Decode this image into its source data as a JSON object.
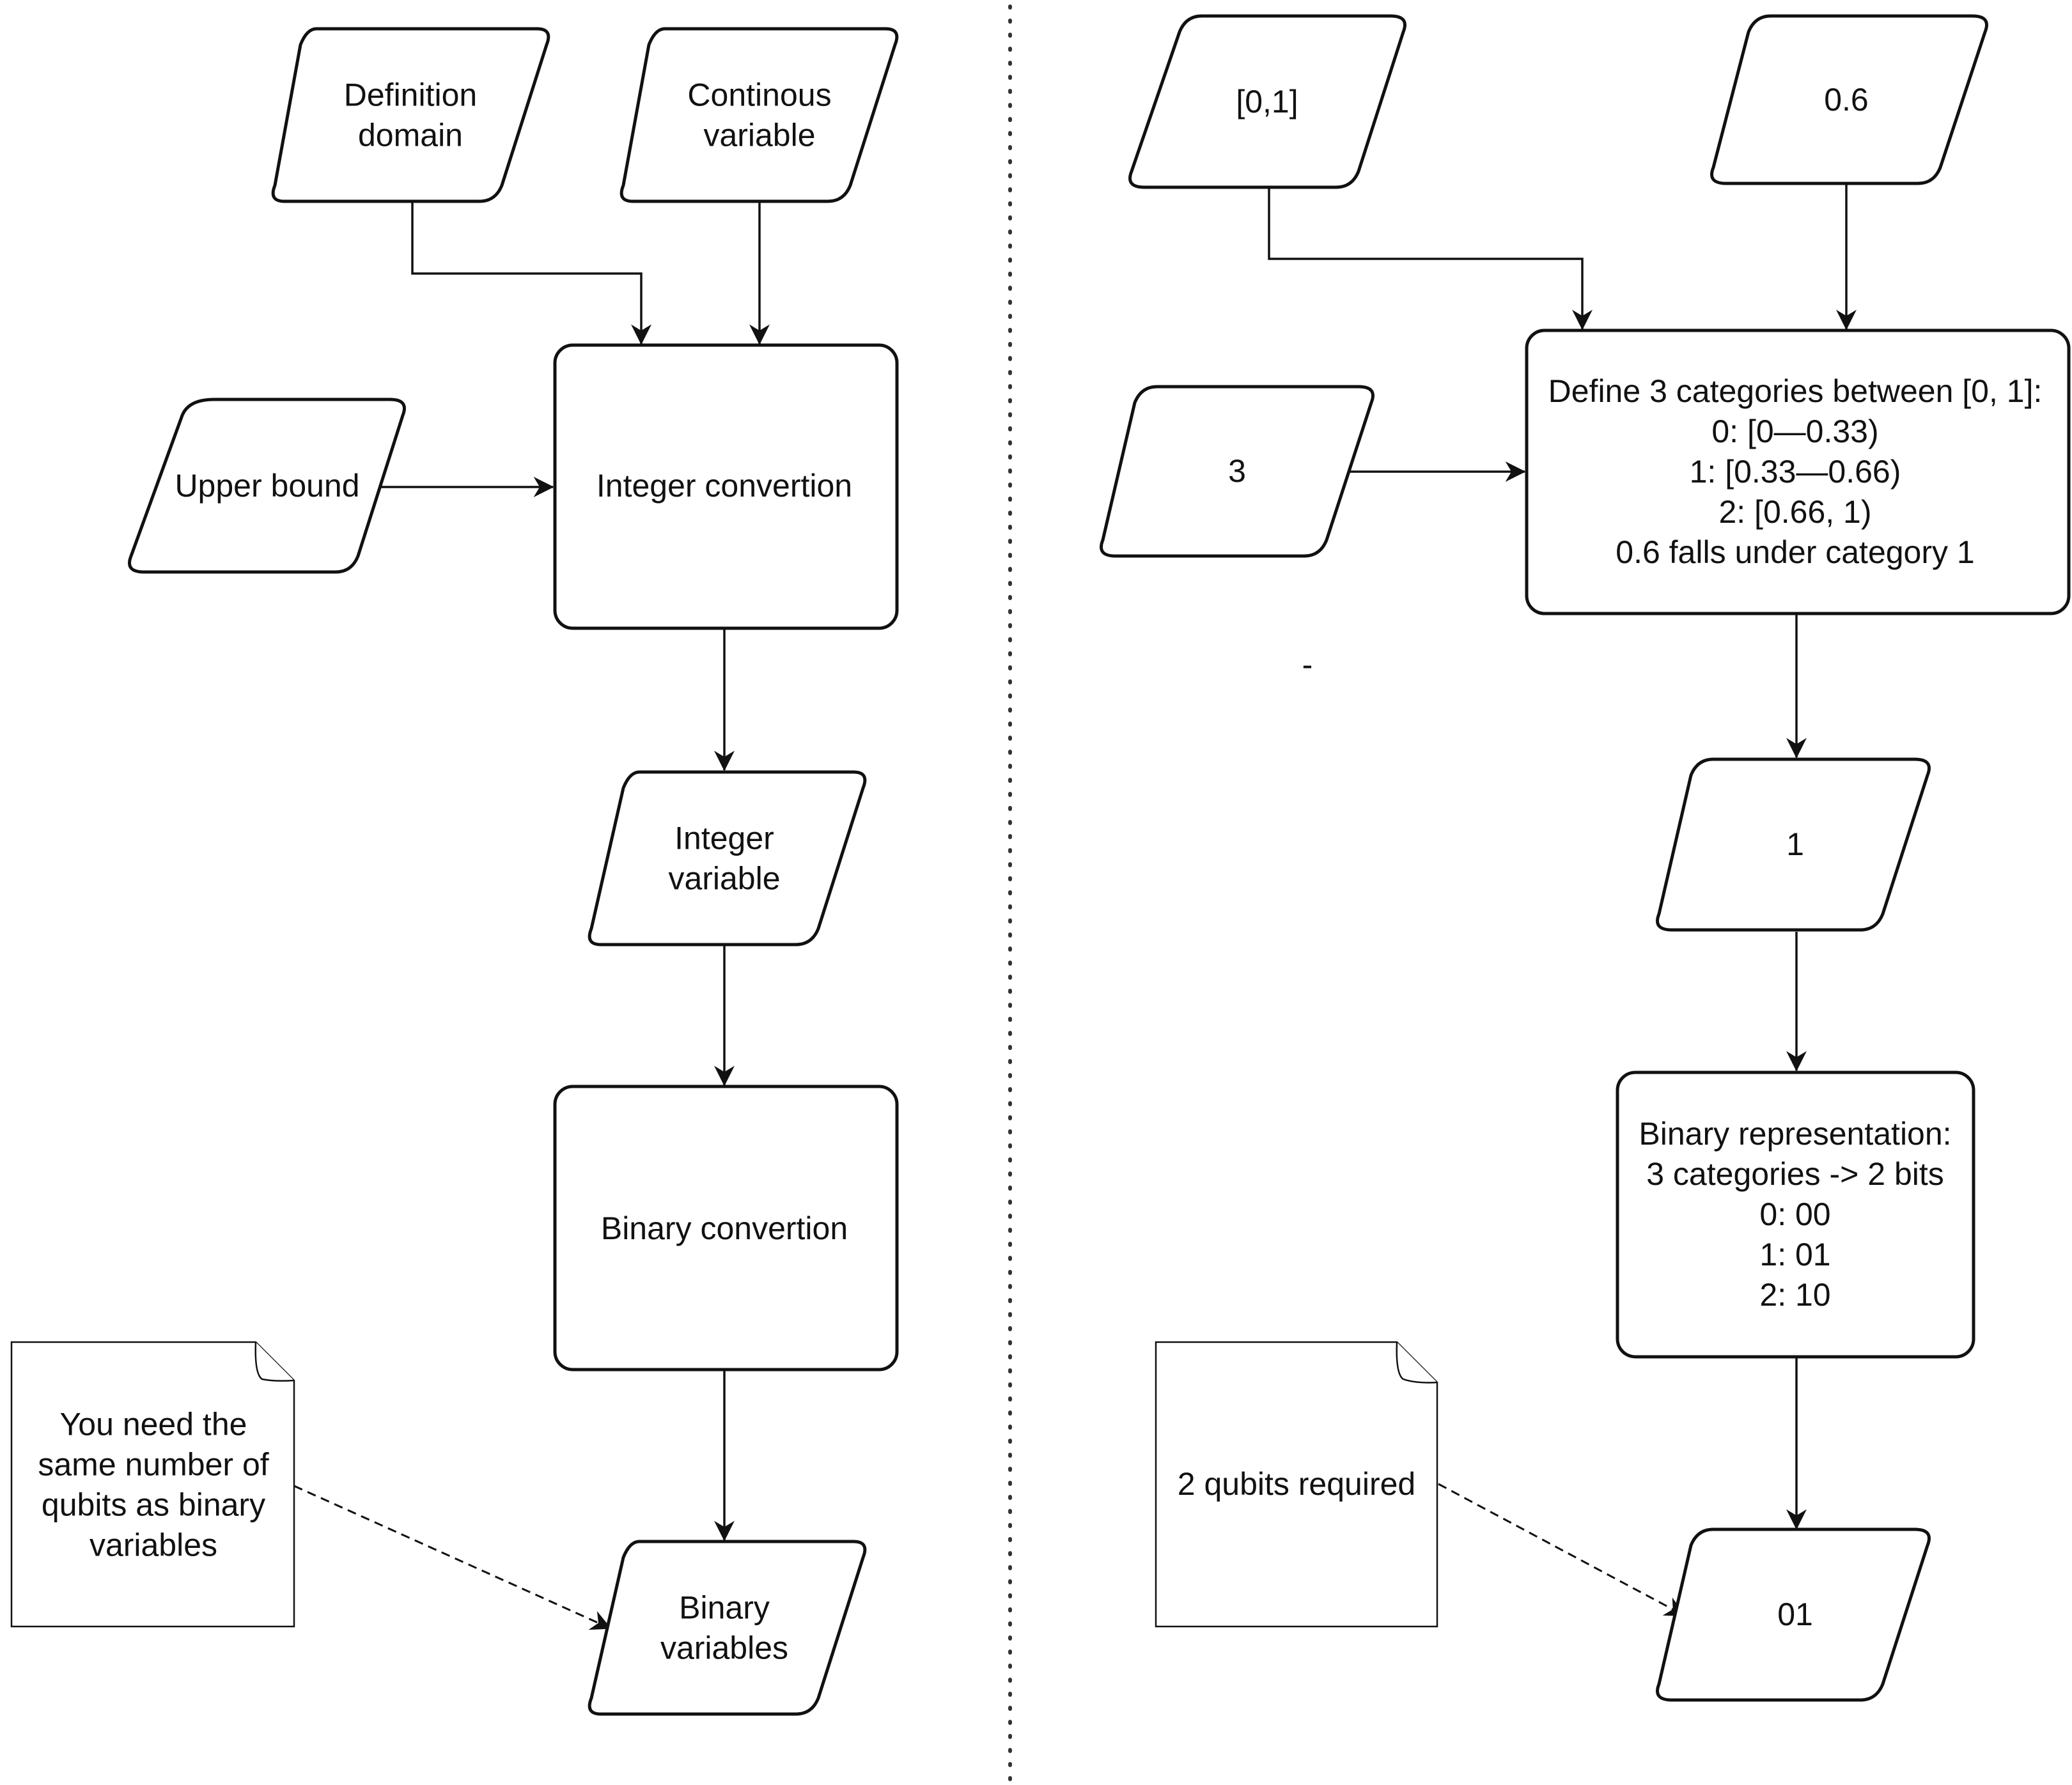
{
  "left": {
    "definition_domain": [
      "Definition",
      "domain"
    ],
    "continuous_variable": [
      "Continous",
      "variable"
    ],
    "upper_bound": [
      "Upper bound"
    ],
    "integer_conversion": [
      "Integer convertion"
    ],
    "integer_variable": [
      "Integer",
      "variable"
    ],
    "binary_conversion": [
      "Binary convertion"
    ],
    "binary_variables": [
      "Binary",
      "variables"
    ],
    "note": [
      "You need the",
      "same number of",
      "qubits as binary",
      "variables"
    ]
  },
  "right": {
    "domain_value": [
      "[0,1]"
    ],
    "input_value": [
      "0.6"
    ],
    "categories_count": [
      "3"
    ],
    "categorize": [
      "Define 3 categories between [0, 1]:",
      "0: [0—0.33)",
      "1: [0.33—0.66)",
      "2: [0.66, 1)",
      "0.6 falls under category 1"
    ],
    "category_result": [
      "1"
    ],
    "binary_representation": [
      "Binary representation:",
      "3 categories -> 2 bits",
      "0: 00",
      "1: 01",
      "2: 10"
    ],
    "binary_result": [
      "01"
    ],
    "note": [
      "2 qubits required"
    ],
    "stray_mark": [
      "-"
    ]
  }
}
